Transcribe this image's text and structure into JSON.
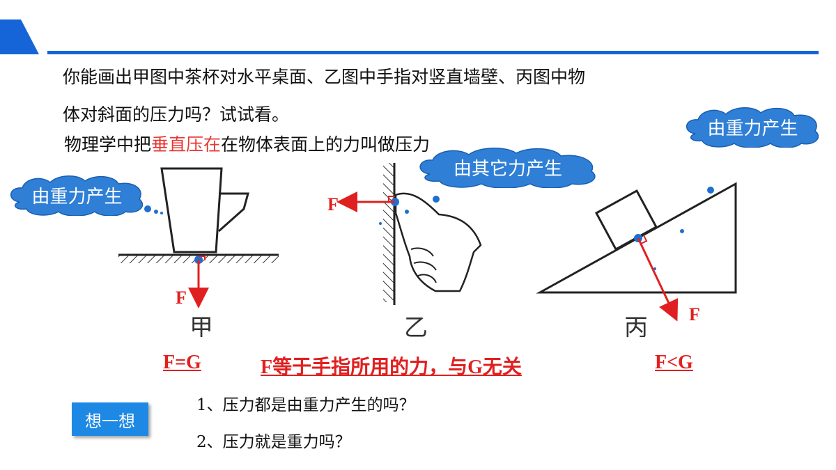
{
  "slide": {
    "question_line1": "你能画出甲图中茶杯对水平桌面、乙图中手指对竖直墙壁、丙图中物",
    "question_line2": "体对斜面的压力吗？试试看。",
    "definition_before": "物理学中把",
    "definition_highlight": "垂直压在",
    "definition_after": "在物体表面上的力叫做压力",
    "colors": {
      "accent": "#1565d8",
      "cloud": "#2f7fd6",
      "arrow": "#e02020",
      "highlight": "#e53935"
    }
  },
  "clouds": {
    "left": "由重力产生",
    "middle": "由其它力产生",
    "right": "由重力产生"
  },
  "figure": {
    "force_label": "F",
    "caption_jia": "甲",
    "caption_yi": "乙",
    "caption_bing": "丙"
  },
  "results": {
    "jia": "F=G",
    "yi": "F等于手指所用的力，与G无关",
    "bing": "F<G"
  },
  "think": {
    "button_label": "想一想",
    "q1": "1、压力都是由重力产生的吗？",
    "q2": "2、压力就是重力吗？"
  }
}
